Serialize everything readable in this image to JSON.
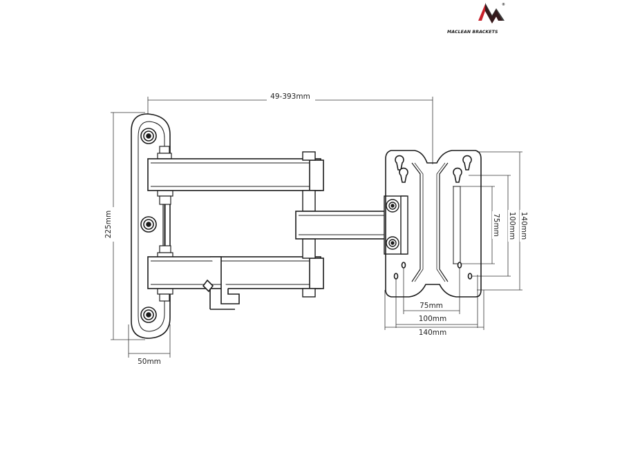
{
  "logo": {
    "brand_text": "MACLEAN BRACKETS",
    "registered_mark": "®",
    "accent_color": "#c8202a"
  },
  "dimensions": {
    "extension": "49-393mm",
    "height": "225mm",
    "depth": "50mm",
    "vesa_h_75": "75mm",
    "vesa_h_100": "100mm",
    "plate_h_140": "140mm",
    "vesa_v_75": "75mm",
    "vesa_v_100": "100mm",
    "plate_v_140": "140mm"
  },
  "colors": {
    "line": "#1a1a1a",
    "dimension_line": "#333333",
    "fill": "#ffffff"
  }
}
